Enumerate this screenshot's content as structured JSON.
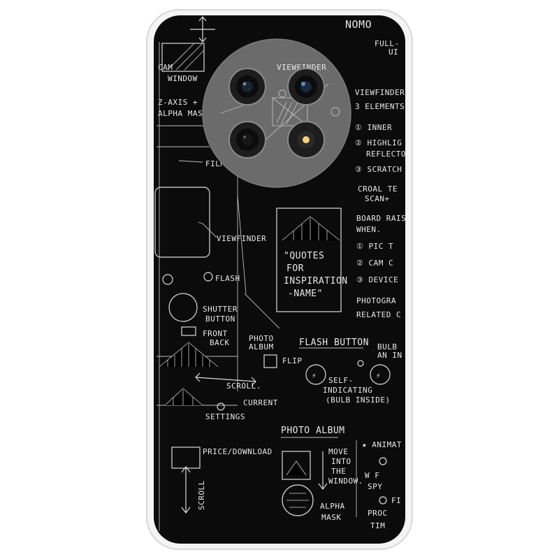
{
  "product": {
    "case_color": "#0b0b0b",
    "bumper_color": "#f2f2f2",
    "camera_disc_color": "#6b6b6b"
  },
  "sketch_labels": {
    "nomo": "NOMO",
    "full_ui": "FULL-",
    "ui": "UI",
    "viewfinder_top": "VIEWFINDER",
    "viewfinder_side": "VIEWFINDER",
    "three_elements": "3 ELEMENTS",
    "inner": "① INNER",
    "highlight": "② HIGHLIG",
    "reflector": "REFLECTO",
    "scratch": "③ SCRATCH",
    "crow_text": "CROAL TE",
    "scan_text": "SCAN+",
    "board_raise": "BOARD RAIS",
    "when": "WHEN.",
    "pic": "① PIC T",
    "cam": "② CAM C",
    "device": "③ DEVICE",
    "photograph": "PHOTOGRA",
    "related": "RELATED C",
    "film": "FILM",
    "viewfinder_mid": "VIEWFINDER",
    "quotes1": "\"QUOTES",
    "quotes2": "FOR",
    "quotes3": "INSPIRATION",
    "quotes4": "-NAME\"",
    "flash": "FLASH",
    "shutter1": "SHUTTER",
    "shutter2": "BUTTON",
    "front1": "FRONT",
    "front2": "BACK",
    "photo_album1": "PHOTO",
    "photo_album2": "ALBUM",
    "flash_button": "FLASH BUTTON",
    "bulb1": "BULB",
    "bulb2": "AN IN",
    "flip": "FLIP",
    "self1": "SELF-",
    "self2": "INDICATING",
    "self3": "(BULB INSIDE)",
    "scroll_mid": "SCROLL.",
    "current": "CURRENT",
    "settings": "SETTINGS",
    "photo_album_title": "PHOTO ALBUM",
    "animat": "★ ANIMAT",
    "price": "PRICE/DOWNLOAD",
    "move1": "MOVE",
    "move2": "INTO",
    "move3": "THE",
    "move4": "WINDOW.",
    "alpha1": "ALPHA",
    "alpha2": "MASK",
    "scroll_vert": "SCROLL",
    "zaxis": "Z-AXIS + GY",
    "alpha_top": "ALPHA MASK",
    "cam_window1": "CAM",
    "cam_window2": "WINDOW",
    "w_f": "W F",
    "spy": "SPY",
    "fl": "FI",
    "proc": "PROC",
    "tim": "TIM"
  }
}
